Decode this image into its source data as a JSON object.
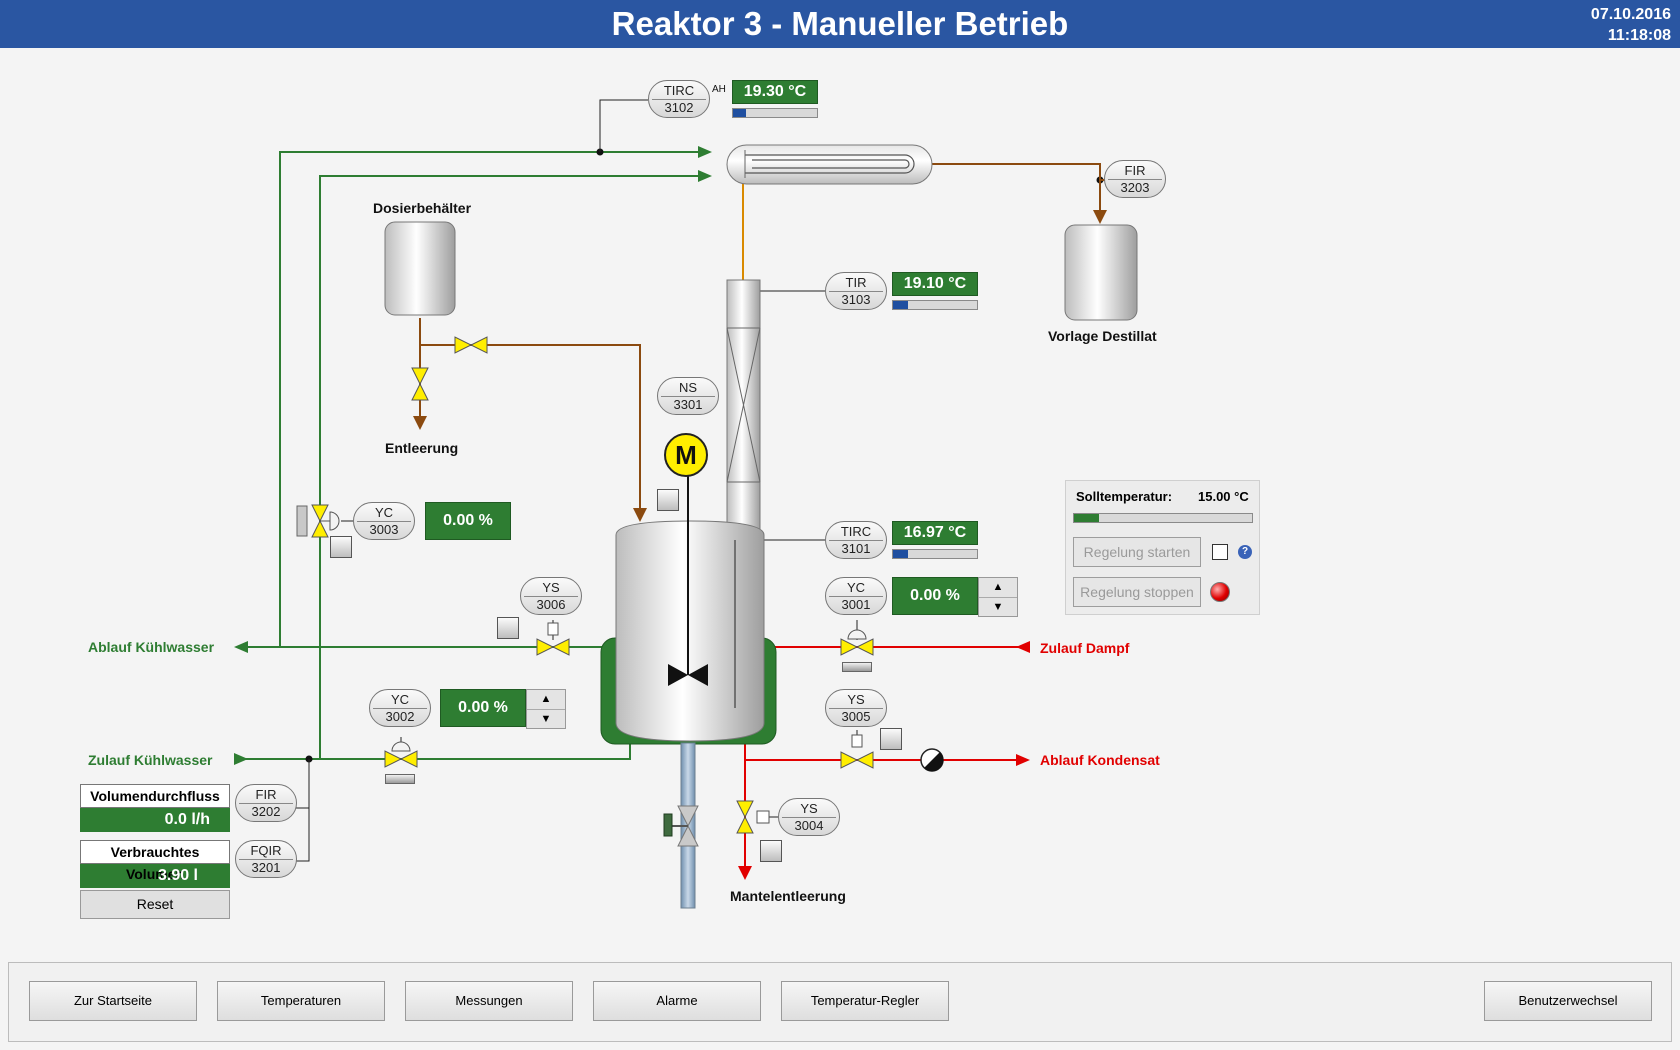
{
  "header": {
    "title": "Reaktor 3 - Manueller Betrieb",
    "date": "07.10.2016",
    "time": "11:18:08"
  },
  "tags": {
    "tirc3102": {
      "type": "TIRC",
      "num": "3102",
      "value": "19.30 °C",
      "alarm": "AH",
      "level": 0.15
    },
    "fir3203": {
      "type": "FIR",
      "num": "3203"
    },
    "tir3103": {
      "type": "TIR",
      "num": "3103",
      "value": "19.10 °C",
      "level": 0.18
    },
    "ns3301": {
      "type": "NS",
      "num": "3301"
    },
    "yc3003": {
      "type": "YC",
      "num": "3003",
      "value": "0.00 %"
    },
    "tirc3101": {
      "type": "TIRC",
      "num": "3101",
      "value": "16.97 °C",
      "level": 0.18
    },
    "ys3006": {
      "type": "YS",
      "num": "3006"
    },
    "yc3001": {
      "type": "YC",
      "num": "3001",
      "value": "0.00 %"
    },
    "yc3002": {
      "type": "YC",
      "num": "3002",
      "value": "0.00 %"
    },
    "ys3005": {
      "type": "YS",
      "num": "3005"
    },
    "fir3202": {
      "type": "FIR",
      "num": "3202"
    },
    "fqir3201": {
      "type": "FQIR",
      "num": "3201"
    },
    "ys3004": {
      "type": "YS",
      "num": "3004"
    }
  },
  "motor": {
    "symbol": "M"
  },
  "labels": {
    "dosier": "Dosierbehälter",
    "entleerung": "Entleerung",
    "vorlage": "Vorlage Destillat",
    "ablauf_kw": "Ablauf Kühlwasser",
    "zulauf_kw": "Zulauf Kühlwasser",
    "zulauf_dampf": "Zulauf Dampf",
    "ablauf_kondensat": "Ablauf Kondensat",
    "mantelentleerung": "Mantelentleerung"
  },
  "control_panel": {
    "setpoint_label": "Solltemperatur:",
    "setpoint_value": "15.00 °C",
    "setpoint_level": 0.14,
    "start_label": "Regelung starten",
    "stop_label": "Regelung stoppen",
    "help": "?"
  },
  "flow": {
    "vol_label": "Volumendurchfluss",
    "vol_value": "0.0 l/h",
    "used_label": "Verbrauchtes Volumen",
    "used_value": "3.90 l",
    "reset_label": "Reset"
  },
  "spinner": {
    "up": "▲",
    "down": "▼"
  },
  "nav": {
    "home": "Zur Startseite",
    "temps": "Temperaturen",
    "meas": "Messungen",
    "alarms": "Alarme",
    "regler": "Temperatur-Regler",
    "user": "Benutzerwechsel"
  },
  "colors": {
    "header": "#2a56a2",
    "cooling": "#2e7d32",
    "steam": "#e10000",
    "product": "#8b4a0f",
    "vapor": "#d98a00"
  }
}
